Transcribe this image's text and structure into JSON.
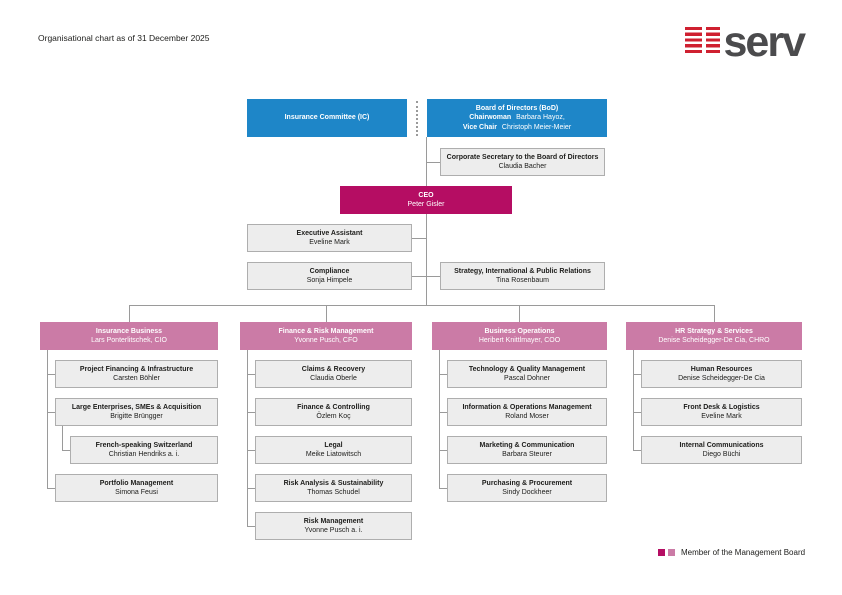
{
  "header": {
    "title": "Organisational chart as of 31 December 2025",
    "logo_text": "serv"
  },
  "board_area": {
    "insurance_committee": {
      "title": "Insurance Committee (IC)"
    },
    "board_of_directors": {
      "title": "Board of Directors (BoD)",
      "chair_label": "Chairwoman",
      "chair_name": "Barbara Hayoz,",
      "vice_label": "Vice Chair",
      "vice_name": "Christoph Meier-Meier"
    },
    "corporate_secretary": {
      "title": "Corporate Secretary to the Board of Directors",
      "name": "Claudia Bacher"
    }
  },
  "executive": {
    "ceo": {
      "title": "CEO",
      "name": "Peter Gisler"
    },
    "executive_assistant": {
      "title": "Executive Assistant",
      "name": "Eveline Mark"
    },
    "compliance": {
      "title": "Compliance",
      "name": "Sonja Himpele"
    },
    "strategy": {
      "title": "Strategy, International & Public Relations",
      "name": "Tina Rosenbaum"
    }
  },
  "divisions": [
    {
      "title": "Insurance Business",
      "head": "Lars Ponterlitschek, CIO",
      "units": [
        {
          "title": "Project Financing & Infrastructure",
          "name": "Carsten Böhler"
        },
        {
          "title": "Large Enterprises, SMEs & Acquisition",
          "name": "Brigitte Brüngger"
        },
        {
          "title": "French-speaking Switzerland",
          "name": "Christian Hendriks a. i."
        },
        {
          "title": "Portfolio Management",
          "name": "Simona Feusi"
        }
      ]
    },
    {
      "title": "Finance & Risk Management",
      "head": "Yvonne Pusch, CFO",
      "units": [
        {
          "title": "Claims & Recovery",
          "name": "Claudia Oberle"
        },
        {
          "title": "Finance & Controlling",
          "name": "Özlem Koç"
        },
        {
          "title": "Legal",
          "name": "Meike Liatowitsch"
        },
        {
          "title": "Risk Analysis & Sustainability",
          "name": "Thomas Schudel"
        },
        {
          "title": "Risk Management",
          "name": "Yvonne Pusch a. i."
        }
      ]
    },
    {
      "title": "Business Operations",
      "head": "Heribert Knittlmayer, COO",
      "units": [
        {
          "title": "Technology & Quality Management",
          "name": "Pascal Dohner"
        },
        {
          "title": "Information & Operations Management",
          "name": "Roland Moser"
        },
        {
          "title": "Marketing & Communication",
          "name": "Barbara Steurer"
        },
        {
          "title": "Purchasing & Procurement",
          "name": "Sindy Dockheer"
        }
      ]
    },
    {
      "title": "HR Strategy & Services",
      "head": "Denise Scheidegger-De Cia, CHRO",
      "units": [
        {
          "title": "Human Resources",
          "name": "Denise Scheidegger-De Cia"
        },
        {
          "title": "Front Desk & Logistics",
          "name": "Eveline Mark"
        },
        {
          "title": "Internal Communications",
          "name": "Diego Büchi"
        }
      ]
    }
  ],
  "legend": {
    "label": "Member of the Management Board"
  },
  "colors": {
    "blue": "#1e86c8",
    "magenta": "#b50d63",
    "pink": "#cb7ba6",
    "line": "#9a9a9a",
    "logo_red": "#cf2030"
  }
}
